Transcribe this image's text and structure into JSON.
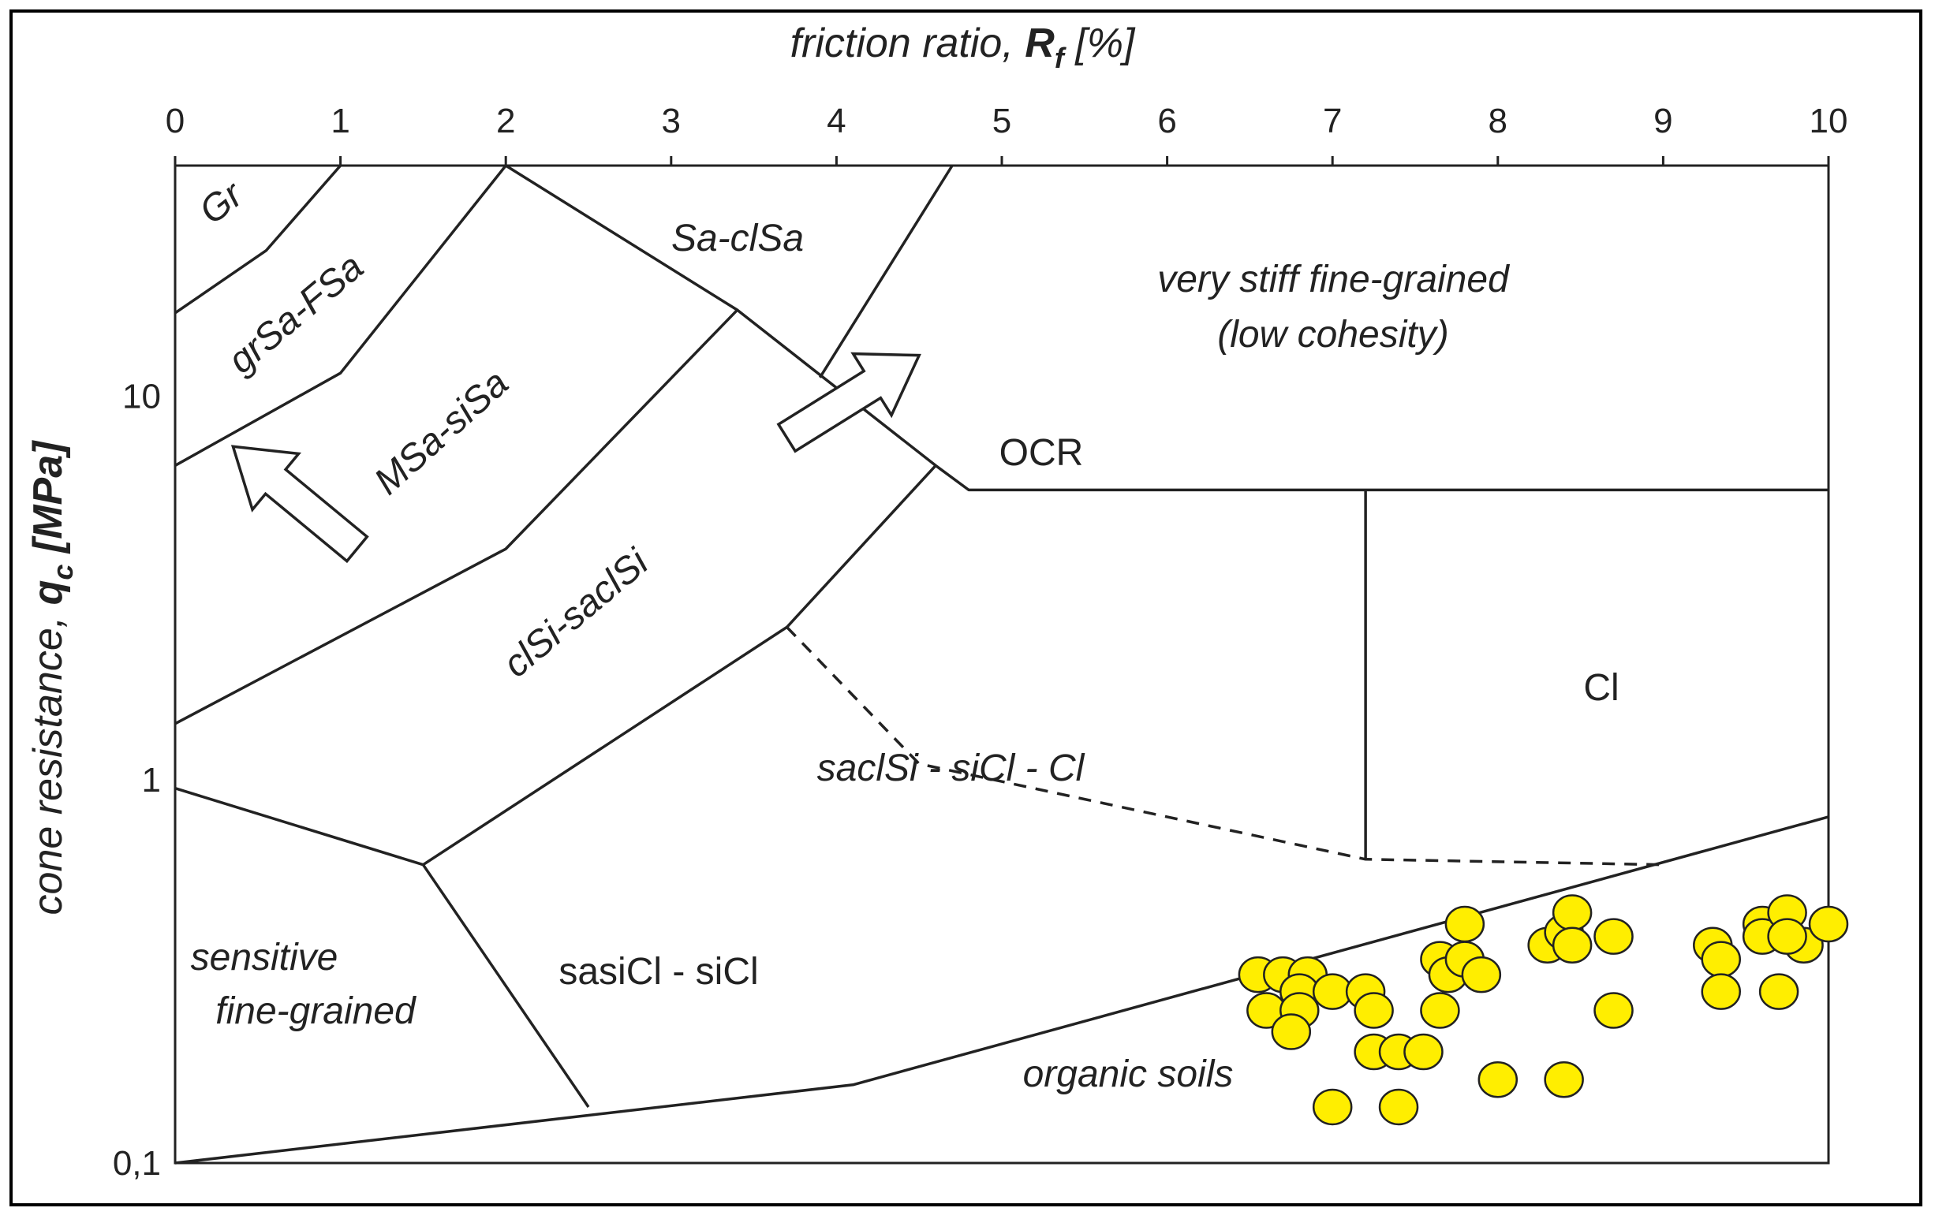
{
  "chart_data": {
    "type": "scatter",
    "title": "",
    "xlabel": "friction ratio, R_f [%]",
    "xlabel_main": "friction ratio, ",
    "xlabel_symbol": "R",
    "xlabel_sub": "f",
    "xlabel_unit": " [%]",
    "ylabel_main": "cone resistance,  ",
    "ylabel_symbol": "q",
    "ylabel_sub": "c",
    "ylabel_unit": " [MPa]",
    "x_axis_position": "top",
    "xlim": [
      0,
      10
    ],
    "ylim": [
      0.1,
      40
    ],
    "y_scale": "log",
    "grid": false,
    "x_ticks": [
      "0",
      "1",
      "2",
      "3",
      "4",
      "5",
      "6",
      "7",
      "8",
      "9",
      "10"
    ],
    "y_ticks": [
      {
        "value": 10,
        "label": "10"
      },
      {
        "value": 1,
        "label": "1"
      },
      {
        "value": 0.1,
        "label": "0,1"
      }
    ],
    "zone_labels": [
      {
        "text": "Gr",
        "italic": true
      },
      {
        "text": "grSa-FSa",
        "italic": true
      },
      {
        "text": "MSa-siSa",
        "italic": true
      },
      {
        "text": "Sa-clSa",
        "italic": true
      },
      {
        "text": "clSi-saclSi",
        "italic": true
      },
      {
        "text": "very stiff fine-grained",
        "italic": true
      },
      {
        "text": "(low cohesity)",
        "italic": true
      },
      {
        "text": "OCR",
        "italic": false
      },
      {
        "text": "Cl",
        "italic": false
      },
      {
        "text": "saclSi - siCl - Cl",
        "italic": true
      },
      {
        "text": "sensitive",
        "italic": true
      },
      {
        "text": "fine-grained",
        "italic": true
      },
      {
        "text": "sasiCl - siCl",
        "italic": false
      },
      {
        "text": "organic soils",
        "italic": true
      }
    ],
    "boundaries": [
      {
        "name": "gr-boundary",
        "x": [
          0,
          0.55,
          1.0
        ],
        "y": [
          16.5,
          24,
          40
        ]
      },
      {
        "name": "grsa-boundary",
        "x": [
          0,
          1.0,
          2.0
        ],
        "y": [
          6.6,
          11.5,
          40
        ]
      },
      {
        "name": "msa-boundary",
        "x": [
          0,
          2.0,
          3.4
        ],
        "y": [
          1.4,
          4.0,
          16.8
        ]
      },
      {
        "name": "sa-clsa-line",
        "x": [
          2.0,
          3.4,
          4.6,
          4.8,
          10
        ],
        "y": [
          40,
          16.8,
          6.6,
          5.7,
          5.7
        ]
      },
      {
        "name": "clsi-boundary",
        "x": [
          1.5,
          3.7,
          4.6
        ],
        "y": [
          0.6,
          2.5,
          6.6
        ]
      },
      {
        "name": "sa-clsa-right",
        "x": [
          3.9,
          4.7
        ],
        "y": [
          11.2,
          40
        ]
      },
      {
        "name": "sensitive-boundary",
        "x": [
          0,
          1.5,
          2.5
        ],
        "y": [
          0.95,
          0.6,
          0.14
        ]
      },
      {
        "name": "ocr-cl-divider",
        "x": [
          7.2,
          7.2
        ],
        "y": [
          5.7,
          0.62
        ]
      },
      {
        "name": "organic-boundary",
        "x": [
          0,
          4.1,
          10
        ],
        "y": [
          0.1,
          0.16,
          0.8
        ]
      },
      {
        "name": "dashed-boundary",
        "x": [
          3.7,
          4.5,
          7.2,
          9.0
        ],
        "y": [
          2.5,
          1.1,
          0.62,
          0.6
        ],
        "dashed": true
      }
    ],
    "arrows": [
      {
        "name": "arrow-upper-left",
        "from": [
          1.1,
          4.0
        ],
        "to": [
          0.35,
          7.4
        ]
      },
      {
        "name": "arrow-upper-right",
        "from": [
          3.7,
          7.8
        ],
        "to": [
          4.5,
          12.8
        ]
      }
    ],
    "series": [
      {
        "color": "#ffee00",
        "points": [
          {
            "x": 6.55,
            "y": 0.31
          },
          {
            "x": 6.7,
            "y": 0.31
          },
          {
            "x": 6.85,
            "y": 0.31
          },
          {
            "x": 6.8,
            "y": 0.28
          },
          {
            "x": 6.6,
            "y": 0.25
          },
          {
            "x": 6.8,
            "y": 0.25
          },
          {
            "x": 6.75,
            "y": 0.22
          },
          {
            "x": 7.0,
            "y": 0.28
          },
          {
            "x": 7.2,
            "y": 0.28
          },
          {
            "x": 7.25,
            "y": 0.25
          },
          {
            "x": 7.25,
            "y": 0.195
          },
          {
            "x": 7.4,
            "y": 0.195
          },
          {
            "x": 7.55,
            "y": 0.195
          },
          {
            "x": 7.0,
            "y": 0.14
          },
          {
            "x": 7.4,
            "y": 0.14
          },
          {
            "x": 7.65,
            "y": 0.34
          },
          {
            "x": 7.7,
            "y": 0.31
          },
          {
            "x": 7.8,
            "y": 0.42
          },
          {
            "x": 7.8,
            "y": 0.34
          },
          {
            "x": 7.9,
            "y": 0.31
          },
          {
            "x": 7.65,
            "y": 0.25
          },
          {
            "x": 8.0,
            "y": 0.165
          },
          {
            "x": 8.3,
            "y": 0.37
          },
          {
            "x": 8.4,
            "y": 0.4
          },
          {
            "x": 8.45,
            "y": 0.45
          },
          {
            "x": 8.45,
            "y": 0.37
          },
          {
            "x": 8.7,
            "y": 0.39
          },
          {
            "x": 8.7,
            "y": 0.25
          },
          {
            "x": 8.4,
            "y": 0.165
          },
          {
            "x": 9.3,
            "y": 0.37
          },
          {
            "x": 9.35,
            "y": 0.34
          },
          {
            "x": 9.35,
            "y": 0.28
          },
          {
            "x": 9.6,
            "y": 0.42
          },
          {
            "x": 9.6,
            "y": 0.39
          },
          {
            "x": 9.7,
            "y": 0.28
          },
          {
            "x": 9.75,
            "y": 0.45
          },
          {
            "x": 9.85,
            "y": 0.37
          },
          {
            "x": 9.75,
            "y": 0.39
          },
          {
            "x": 10.0,
            "y": 0.42
          }
        ]
      }
    ]
  }
}
